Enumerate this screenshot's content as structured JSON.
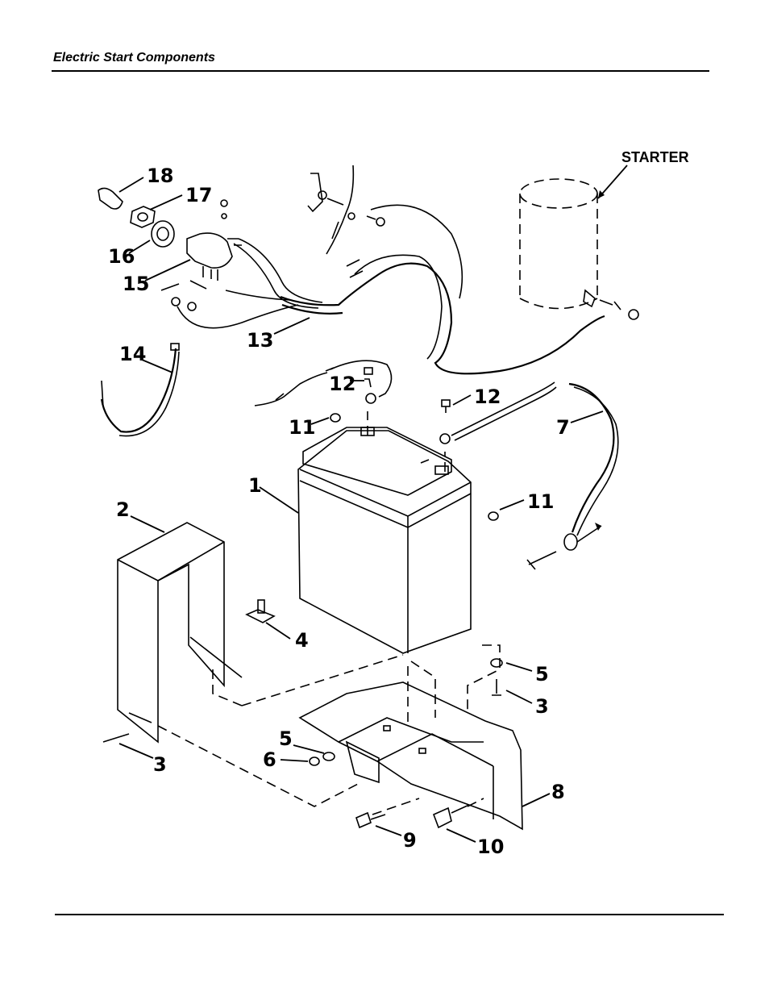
{
  "header": {
    "title": "Electric Start Components"
  },
  "labels": {
    "starter": "STARTER"
  },
  "callouts": {
    "c1": "1",
    "c2": "2",
    "c3a": "3",
    "c3b": "3",
    "c4": "4",
    "c5a": "5",
    "c5b": "5",
    "c6": "6",
    "c7": "7",
    "c8": "8",
    "c9": "9",
    "c10": "10",
    "c11a": "11",
    "c11b": "11",
    "c12a": "12",
    "c12b": "12",
    "c13": "13",
    "c14": "14",
    "c15": "15",
    "c16": "16",
    "c17": "17",
    "c18": "18"
  }
}
